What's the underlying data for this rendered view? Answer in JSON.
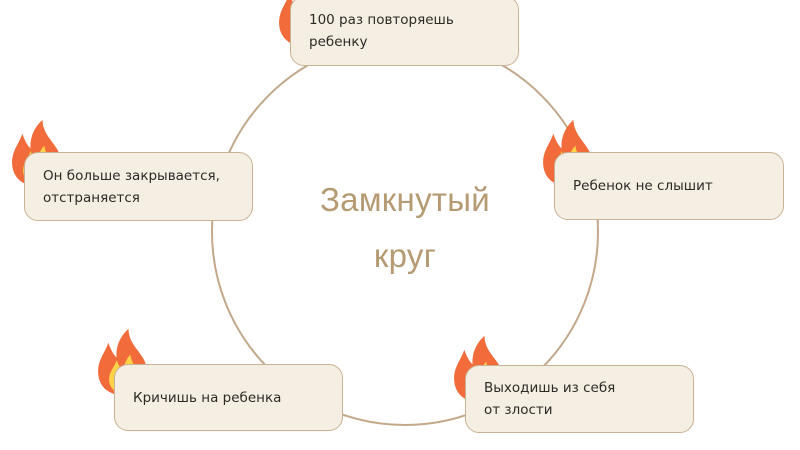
{
  "diagram": {
    "title_line1": "Замкнутый",
    "title_line2": "круг",
    "steps": [
      {
        "label": "100 раз повторяешь\nребенку"
      },
      {
        "label": "Ребенок не слышит"
      },
      {
        "label": "Выходишь из себя\nот злости"
      },
      {
        "label": "Кричишь на ребенка"
      },
      {
        "label": "Он больше закрывается,\nотстраняется"
      }
    ]
  },
  "colors": {
    "ring": "#c3a98a",
    "title": "#b59a72",
    "card_fill": "#f5eee3",
    "card_border": "#c9b293",
    "flame_outer": "#f26b3a",
    "flame_inner": "#ffd24a"
  },
  "icons": {
    "step_marker": "fire-icon"
  }
}
